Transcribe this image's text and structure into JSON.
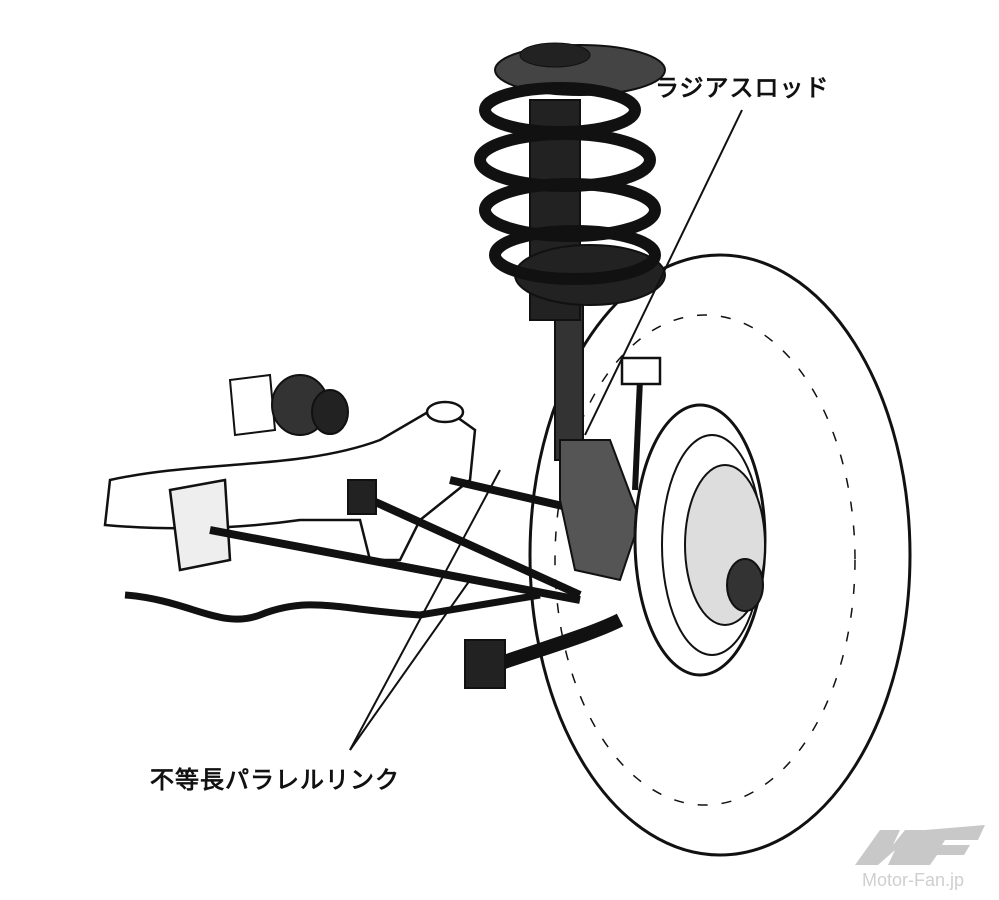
{
  "diagram": {
    "labels": {
      "radius_rod": "ラジアスロッド",
      "parallel_link": "不等長パラレルリンク"
    },
    "watermark": {
      "logo": "MF",
      "text": "Motor-Fan.jp"
    },
    "colors": {
      "ink": "#111111",
      "watermark": "#c8c8c8"
    }
  }
}
